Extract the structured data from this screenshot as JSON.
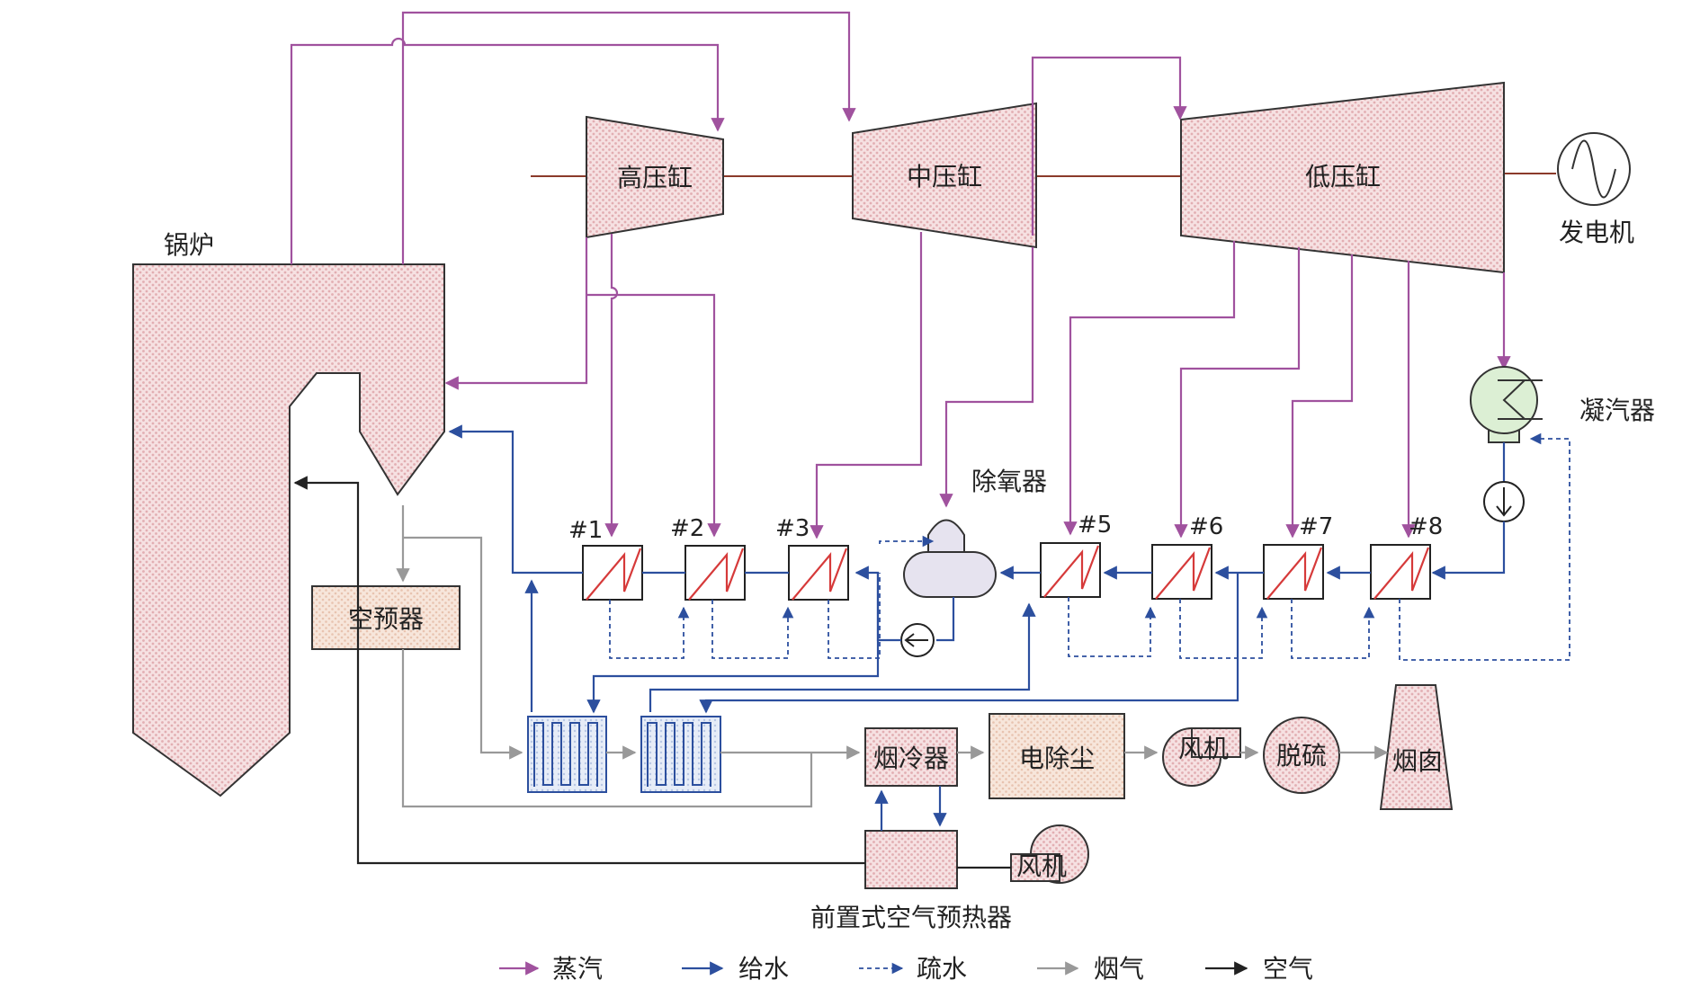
{
  "labels": {
    "boiler": "锅炉",
    "hp": "高压缸",
    "ip": "中压缸",
    "lp": "低压缸",
    "generator": "发电机",
    "condenser": "凝汽器",
    "deaerator": "除氧器",
    "air_preheater": "空预器",
    "flue_cooler": "烟冷器",
    "esp": "电除尘",
    "fan1": "风机",
    "desulfur": "脱硫",
    "chimney": "烟囱",
    "fan2": "风机",
    "pre_air_heater": "前置式空气预热器",
    "h1": "#1",
    "h2": "#2",
    "h3": "#3",
    "h5": "#5",
    "h6": "#6",
    "h7": "#7",
    "h8": "#8"
  },
  "legend": [
    {
      "label": "蒸汽",
      "color": "#a0529e",
      "style": "solid"
    },
    {
      "label": "给水",
      "color": "#2c4f9e",
      "style": "solid"
    },
    {
      "label": "疏水",
      "color": "#2c4f9e",
      "style": "dashed"
    },
    {
      "label": "烟气",
      "color": "#999999",
      "style": "solid"
    },
    {
      "label": "空气",
      "color": "#222222",
      "style": "solid"
    }
  ]
}
